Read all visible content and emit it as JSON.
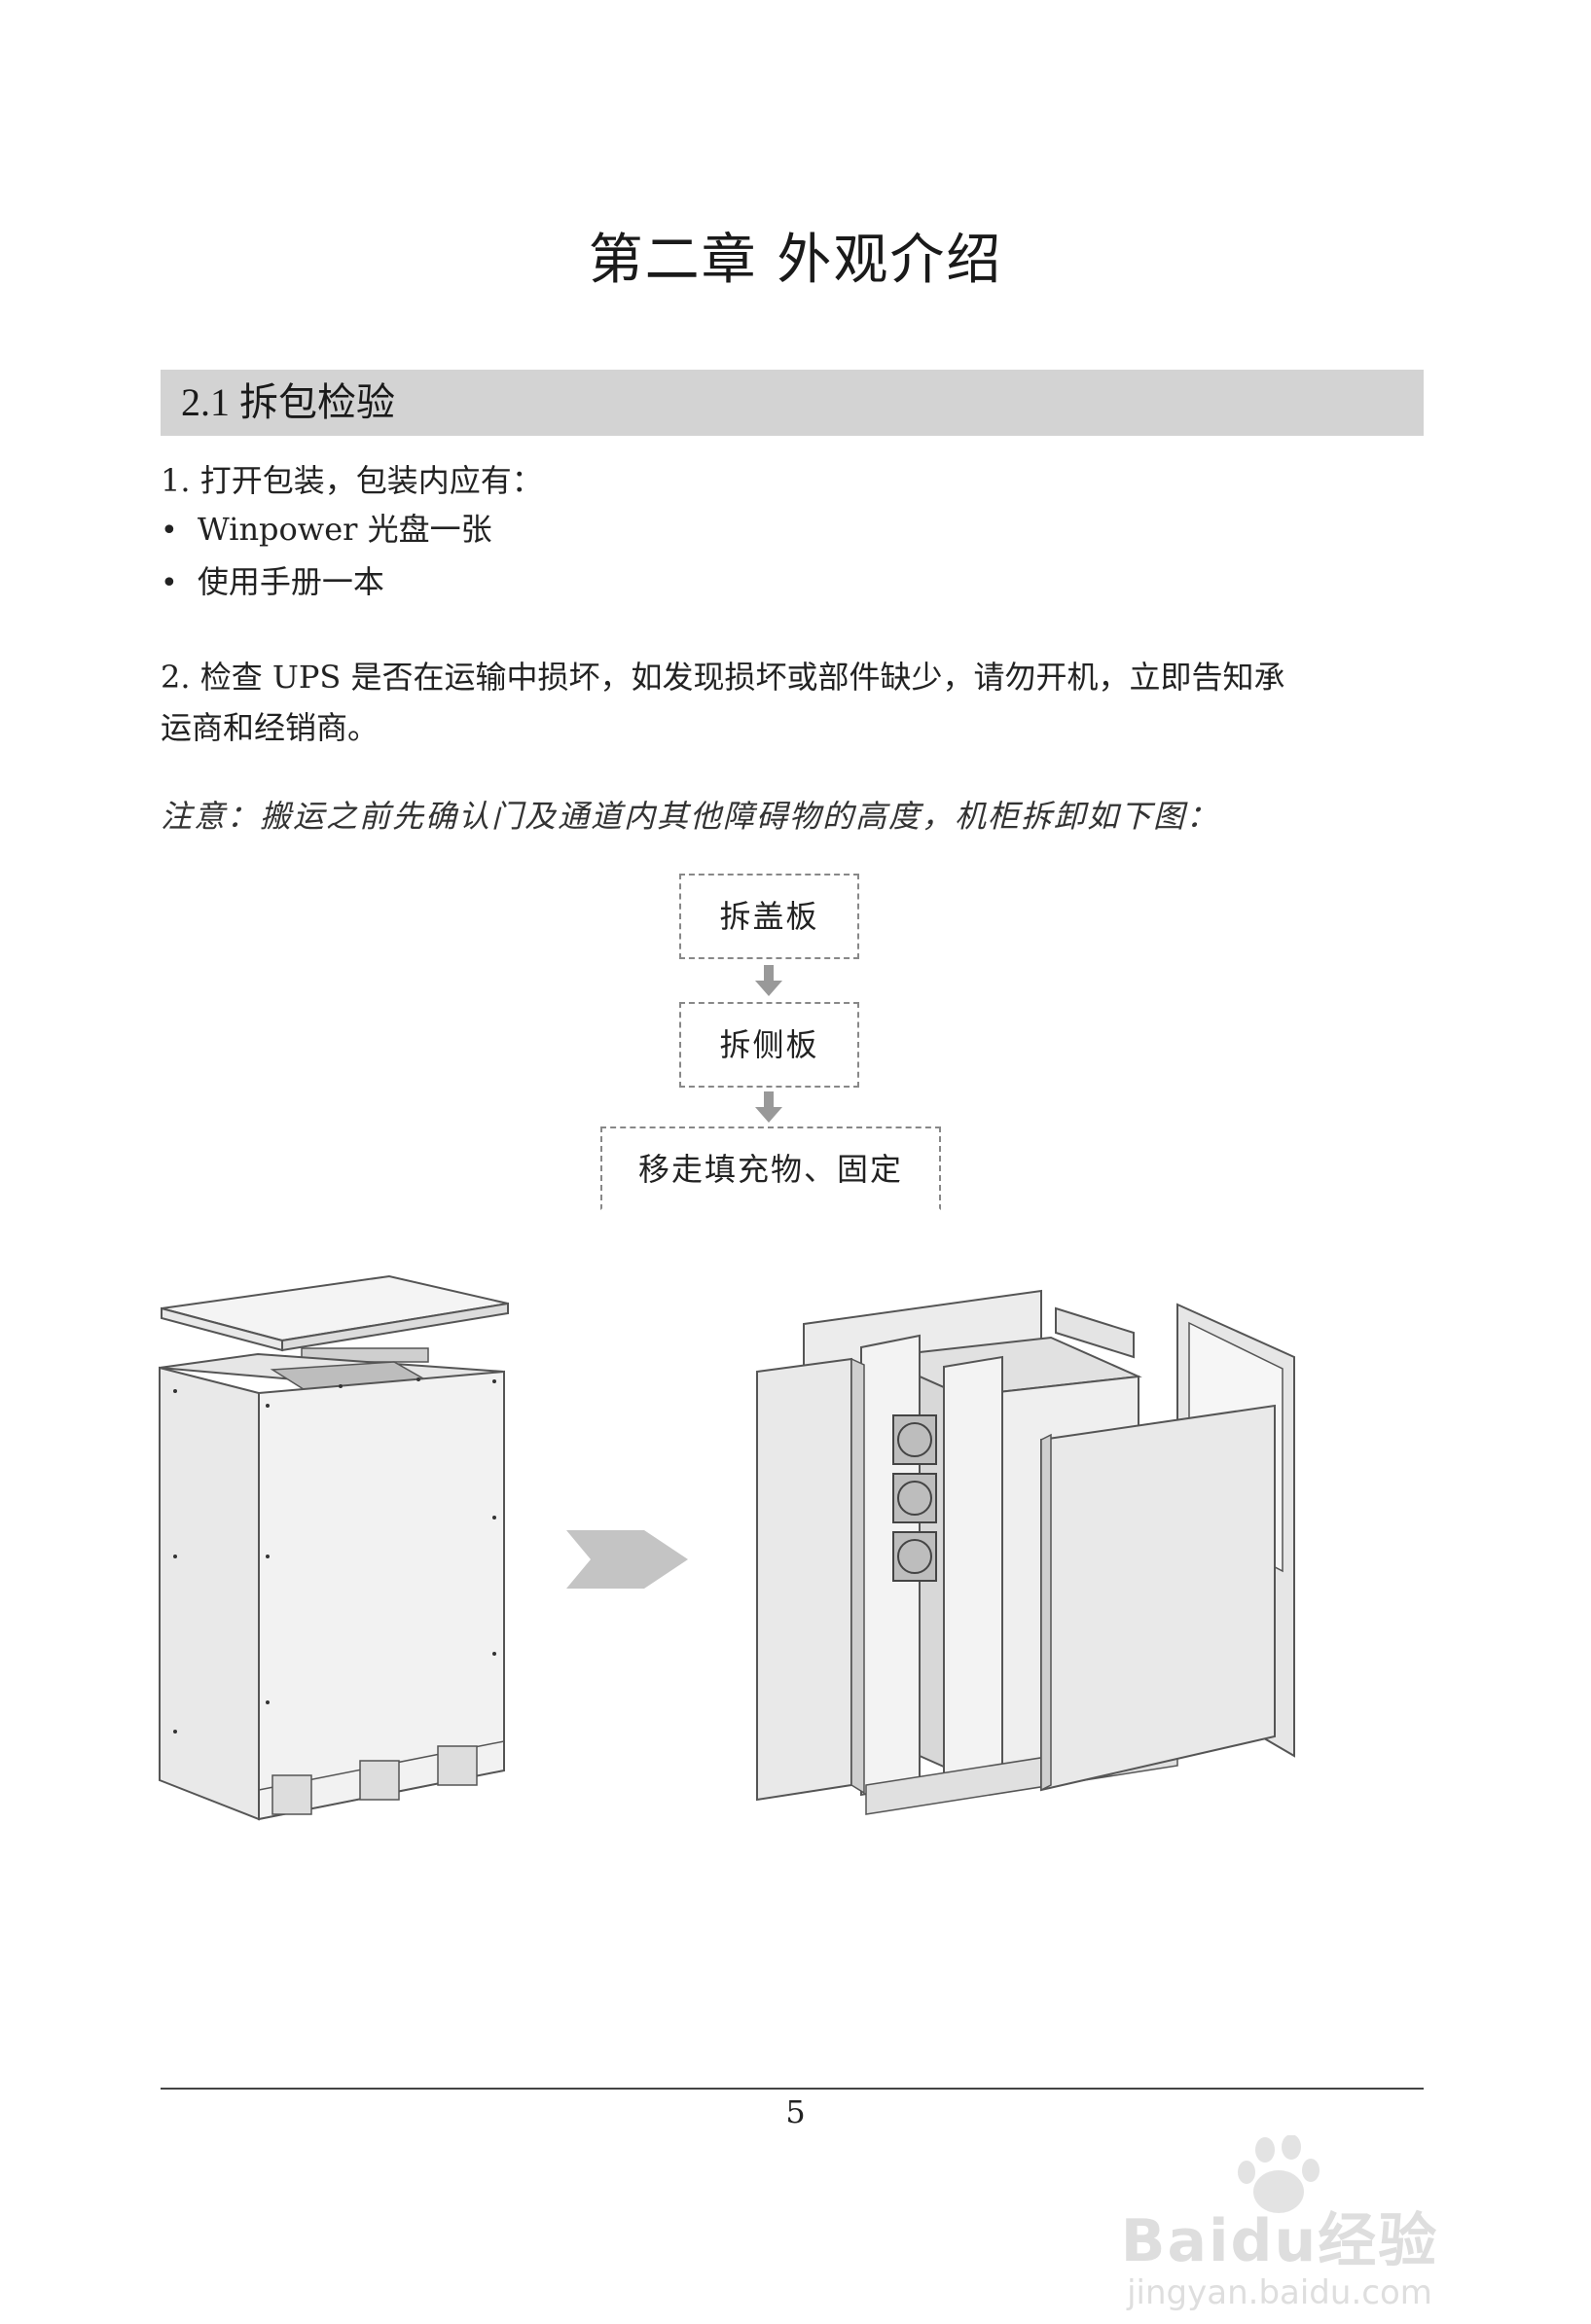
{
  "chapter_title": "第二章  外观介绍",
  "section": {
    "title": "2.1 拆包检验"
  },
  "step1": {
    "text": "1. 打开包装，包装内应有：",
    "items": [
      "Winpower 光盘一张",
      "使用手册一本"
    ]
  },
  "step2": {
    "line1": "2. 检查 UPS 是否在运输中损坏，如发现损坏或部件缺少，请勿开机，立即告知承",
    "line2": "运商和经销商。"
  },
  "note": "注意：搬运之前先确认门及通道内其他障碍物的高度，机柜拆卸如下图：",
  "flowchart": {
    "steps": [
      "拆盖板",
      "拆侧板",
      "移走填充物、固定"
    ]
  },
  "page_number": "5",
  "watermark": {
    "brand": "Baidu经验",
    "url": "jingyan.baidu.com"
  }
}
